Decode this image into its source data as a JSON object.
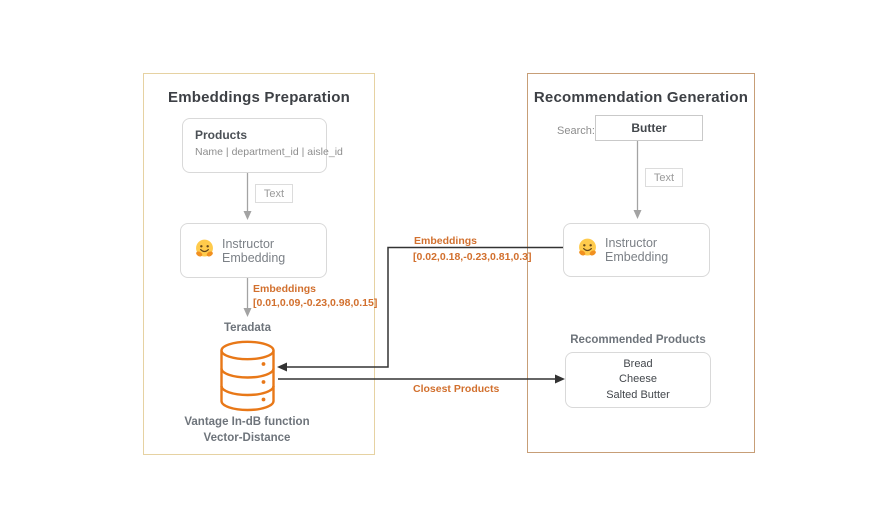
{
  "colors": {
    "left_panel_border": "#e6d2a2",
    "right_panel_border": "#c79e77",
    "box_border": "#d9d9d9",
    "accent_orange": "#d2702e",
    "database_orange": "#e87818",
    "title_text": "#3d4045",
    "gray_bold_text": "#6e747b",
    "connector_black": "#333333",
    "arrow_gray": "#a3a3a3"
  },
  "left_panel": {
    "title": "Embeddings Preparation",
    "products_box": {
      "title": "Products",
      "columns": "Name | department_id | aisle_id"
    },
    "text_label": "Text",
    "instructor_box": {
      "icon": "hugging-face",
      "label": "Instructor Embedding"
    },
    "embeddings_label": "Embeddings",
    "embeddings_vector": "[0.01,0.09,-0.23,0.98,0.15]",
    "database_title": "Teradata",
    "database_icon": "database-cylinder",
    "database_caption_line1": "Vantage In-dB function",
    "database_caption_line2": "Vector-Distance"
  },
  "right_panel": {
    "title": "Recommendation Generation",
    "search_label": "Search:",
    "search_value": "Butter",
    "text_label": "Text",
    "instructor_box": {
      "icon": "hugging-face",
      "label": "Instructor Embedding"
    },
    "recommended_title": "Recommended Products",
    "recommended_items": [
      "Bread",
      "Cheese",
      "Salted Butter"
    ]
  },
  "connectors": {
    "embeddings_label": "Embeddings",
    "embeddings_vector": "[0.02,0.18,-0.23,0.81,0.3]",
    "closest_label": "Closest Products"
  }
}
